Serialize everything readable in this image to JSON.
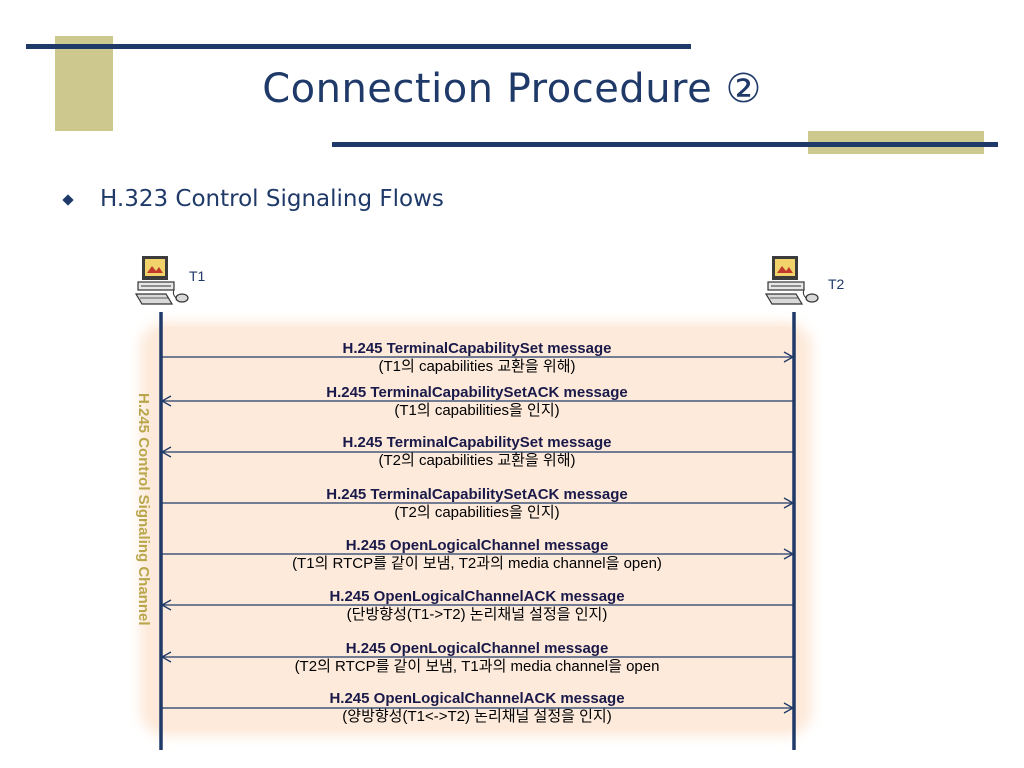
{
  "slide": {
    "title": "Connection Procedure ②",
    "bullet": "H.323 Control Signaling Flows"
  },
  "diagram": {
    "terminal_left": "T1",
    "terminal_right": "T2",
    "channel_label": "H.245 Control Signaling Channel",
    "messages": [
      {
        "title": "H.245 TerminalCapabilitySet message",
        "desc": "(T1의 capabilities 교환을 위해)",
        "direction": "right"
      },
      {
        "title": "H.245 TerminalCapabilitySetACK message",
        "desc": "(T1의 capabilities을 인지)",
        "direction": "left"
      },
      {
        "title": "H.245 TerminalCapabilitySet message",
        "desc": "(T2의 capabilities 교환을 위해)",
        "direction": "left"
      },
      {
        "title": "H.245 TerminalCapabilitySetACK message",
        "desc": "(T2의 capabilities을 인지)",
        "direction": "right"
      },
      {
        "title": "H.245 OpenLogicalChannel message",
        "desc": "(T1의 RTCP를 같이 보냄, T2과의 media channel을 open)",
        "direction": "right"
      },
      {
        "title": "H.245 OpenLogicalChannelACK message",
        "desc": "(단방향성(T1->T2) 논리채널 설정을 인지)",
        "direction": "left"
      },
      {
        "title": "H.245 OpenLogicalChannel message",
        "desc": "(T2의 RTCP를 같이 보냄, T1과의 media channel을 open",
        "direction": "left"
      },
      {
        "title": "H.245 OpenLogicalChannelACK message",
        "desc": "(양방향성(T1<->T2) 논리채널 설정을 인지)",
        "direction": "right"
      }
    ]
  },
  "colors": {
    "navy": "#1f3a68",
    "olive": "#cdc88e",
    "channel_bg": "#fde9d9",
    "channel_label": "#b9a64a"
  },
  "icons": {
    "terminal": "computer-workstation-icon"
  }
}
